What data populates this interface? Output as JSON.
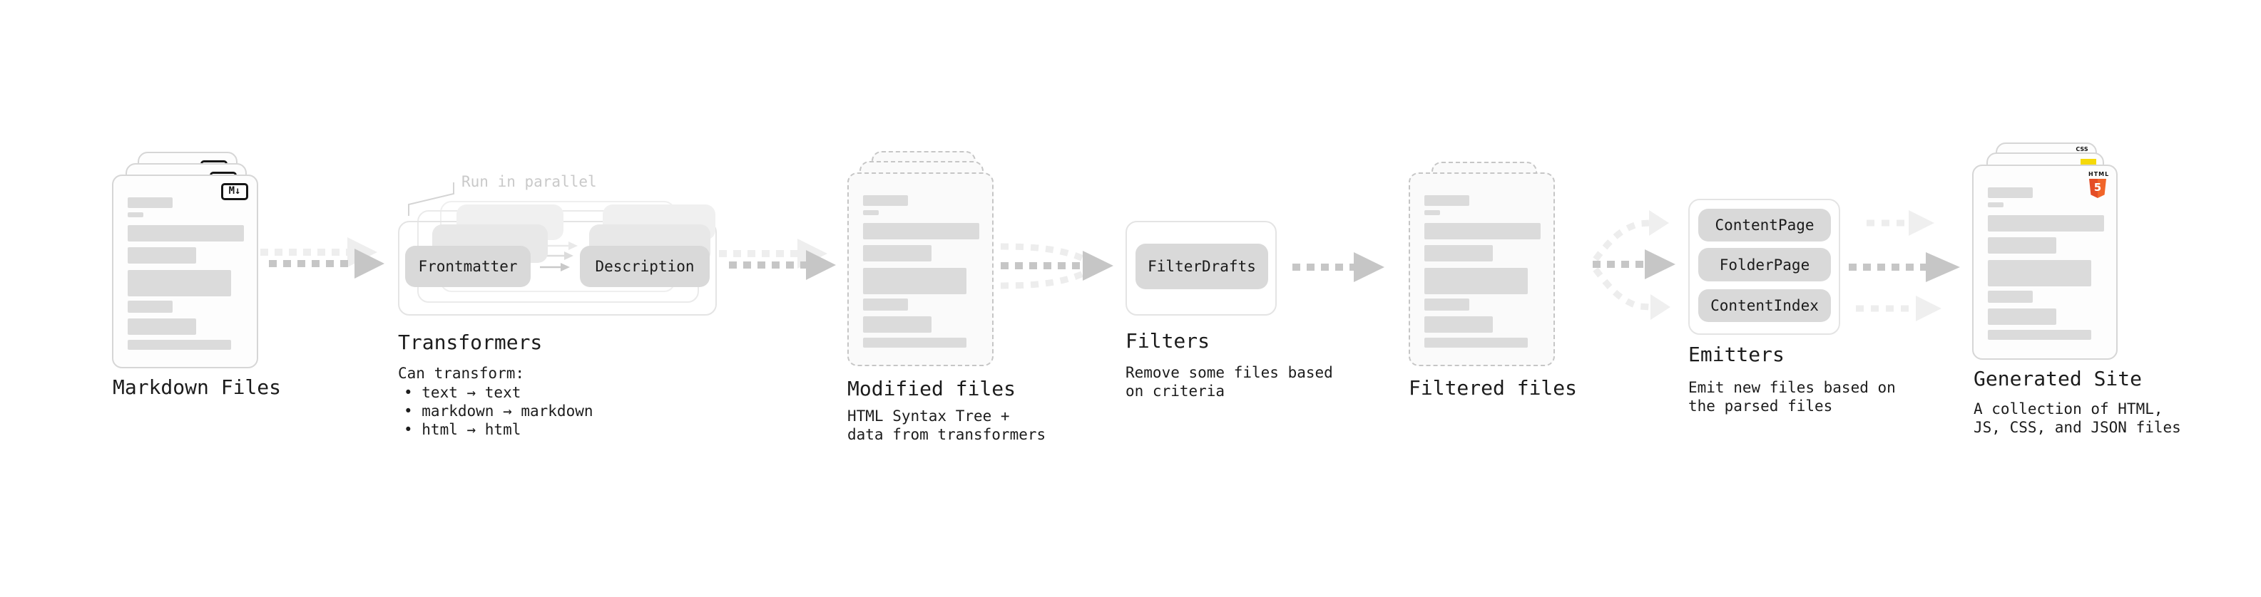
{
  "colors": {
    "ink": "#1c1c1c",
    "annotation_muted": "#c9c9c9",
    "bar_gray": "#dbdbdb",
    "pill_gray": "#d9d9d9",
    "arrow_gray": "#c6c6c6",
    "arrow_ghost": "#ededed",
    "card_border": "#d6d6d6",
    "dashed_border": "#c6c6c6",
    "box_border": "#e4e4e4",
    "markdown_badge": "#151515",
    "html5_orange": "#e44d26",
    "html5_orange_light": "#f16529",
    "js_yellow": "#f5d909",
    "css_blue": "#2965f1"
  },
  "diagram": {
    "columns": [
      {
        "id": "markdown-files",
        "title": "Markdown Files",
        "badge": "M↓"
      },
      {
        "id": "transformers",
        "title": "Transformers",
        "annotation": "Run in parallel",
        "pills": [
          "Frontmatter",
          "Description"
        ],
        "subtitle": "Can transform:",
        "bullets": [
          "• text → text",
          "• markdown → markdown",
          "• html → html"
        ]
      },
      {
        "id": "modified-files",
        "title": "Modified files",
        "subtitle_lines": [
          "HTML Syntax Tree +",
          "data from transformers"
        ]
      },
      {
        "id": "filters",
        "title": "Filters",
        "pills": [
          "FilterDrafts"
        ],
        "subtitle_lines": [
          "Remove some files based",
          "on criteria"
        ]
      },
      {
        "id": "filtered-files",
        "title": "Filtered files"
      },
      {
        "id": "emitters",
        "title": "Emitters",
        "pills": [
          "ContentPage",
          "FolderPage",
          "ContentIndex"
        ],
        "subtitle_lines": [
          "Emit new files based on",
          "the parsed files"
        ]
      },
      {
        "id": "generated-site",
        "title": "Generated Site",
        "badges": {
          "css": "CSS",
          "html_word": "HTML",
          "html_number": "5"
        },
        "subtitle_lines": [
          "A collection of HTML,",
          "JS, CSS, and JSON files"
        ]
      }
    ]
  }
}
